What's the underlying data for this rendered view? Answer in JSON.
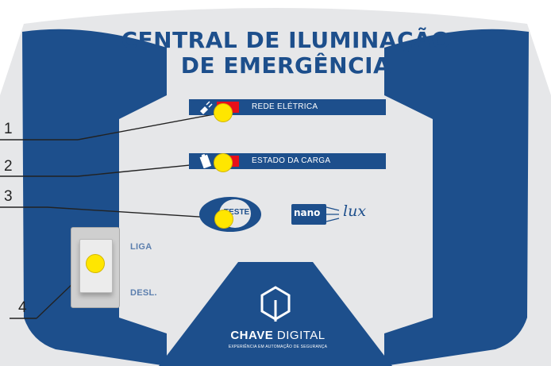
{
  "panel": {
    "title_line1": "CENTRAL DE ILUMINAÇÃO",
    "title_line2": "DE EMERGÊNCIA"
  },
  "indicators": [
    {
      "label": "REDE ELÉTRICA",
      "icon": "plug-icon"
    },
    {
      "label": "ESTADO DA CARGA",
      "icon": "battery-icon"
    }
  ],
  "test_button": {
    "label": "TESTE"
  },
  "product_logo": {
    "nano": "nano",
    "lux": "lux"
  },
  "switch": {
    "on_label": "LIGA",
    "off_label": "DESL."
  },
  "brand": {
    "name_bold": "CHAVE",
    "name_light": " DIGITAL",
    "tagline": "EXPERIÊNCIA EM AUTOMAÇÃO DE SEGURANÇA"
  },
  "callouts": [
    "1",
    "2",
    "3",
    "4"
  ],
  "colors": {
    "panel_blue": "#1d4f8c",
    "panel_gray": "#e6e7e9",
    "led_red": "#e8101a",
    "marker_yellow": "#ffe600"
  }
}
